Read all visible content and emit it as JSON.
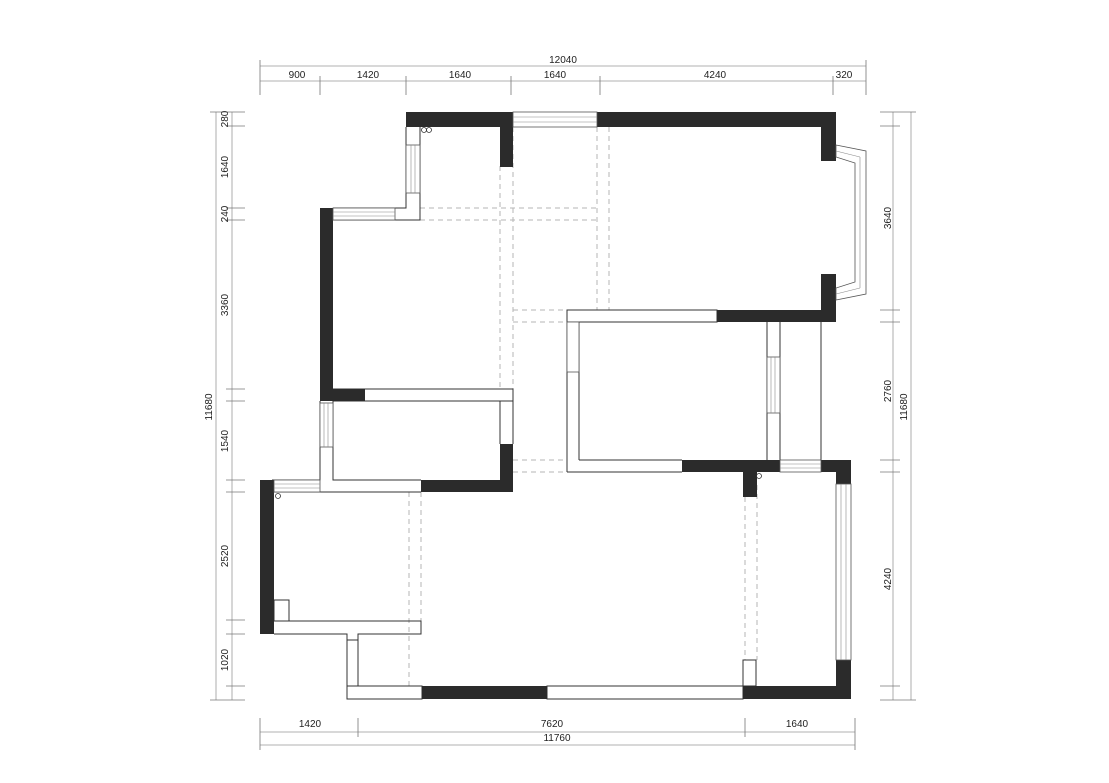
{
  "plan": {
    "top_total": "12040",
    "top_segments": [
      "900",
      "1420",
      "1640",
      "1640",
      "4240",
      "320"
    ],
    "bottom_segments": [
      "1420",
      "7620",
      "1640"
    ],
    "bottom_total": "11760",
    "left_total": "11680",
    "left_segments": [
      "280",
      "1640",
      "240",
      "3360",
      "1540",
      "2520",
      "1020"
    ],
    "right_total": "11680",
    "right_segments": [
      "3640",
      "2760",
      "4240"
    ]
  }
}
